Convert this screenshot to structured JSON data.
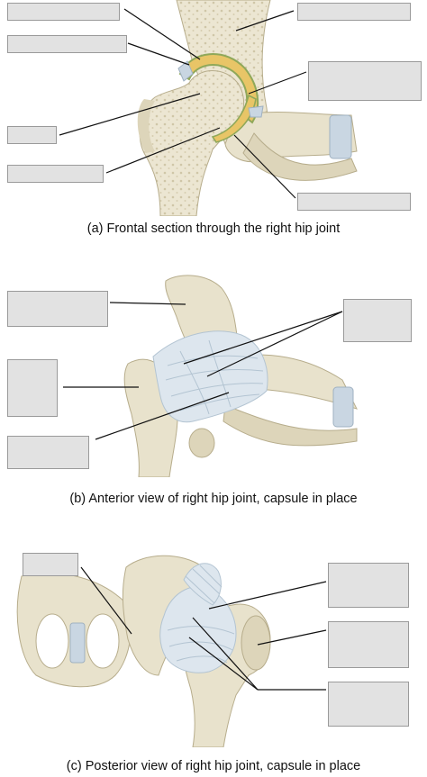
{
  "captions": {
    "a": "(a) Frontal section through the right hip joint",
    "b": "(b) Anterior view of right hip joint, capsule in place",
    "c": "(c) Posterior view of right hip joint, capsule in place"
  },
  "colors": {
    "bone": "#e8e2cc",
    "bone_shade": "#cfc7a8",
    "bone_outline": "#b7ad8c",
    "cartilage": "#e8c567",
    "cartilage_green": "#8fa85a",
    "ligament": "#dde6ee",
    "ligament_line": "#b3c4d2",
    "disc": "#c9d6e2",
    "leader": "#111111",
    "label_fill": "#e2e2e2"
  }
}
